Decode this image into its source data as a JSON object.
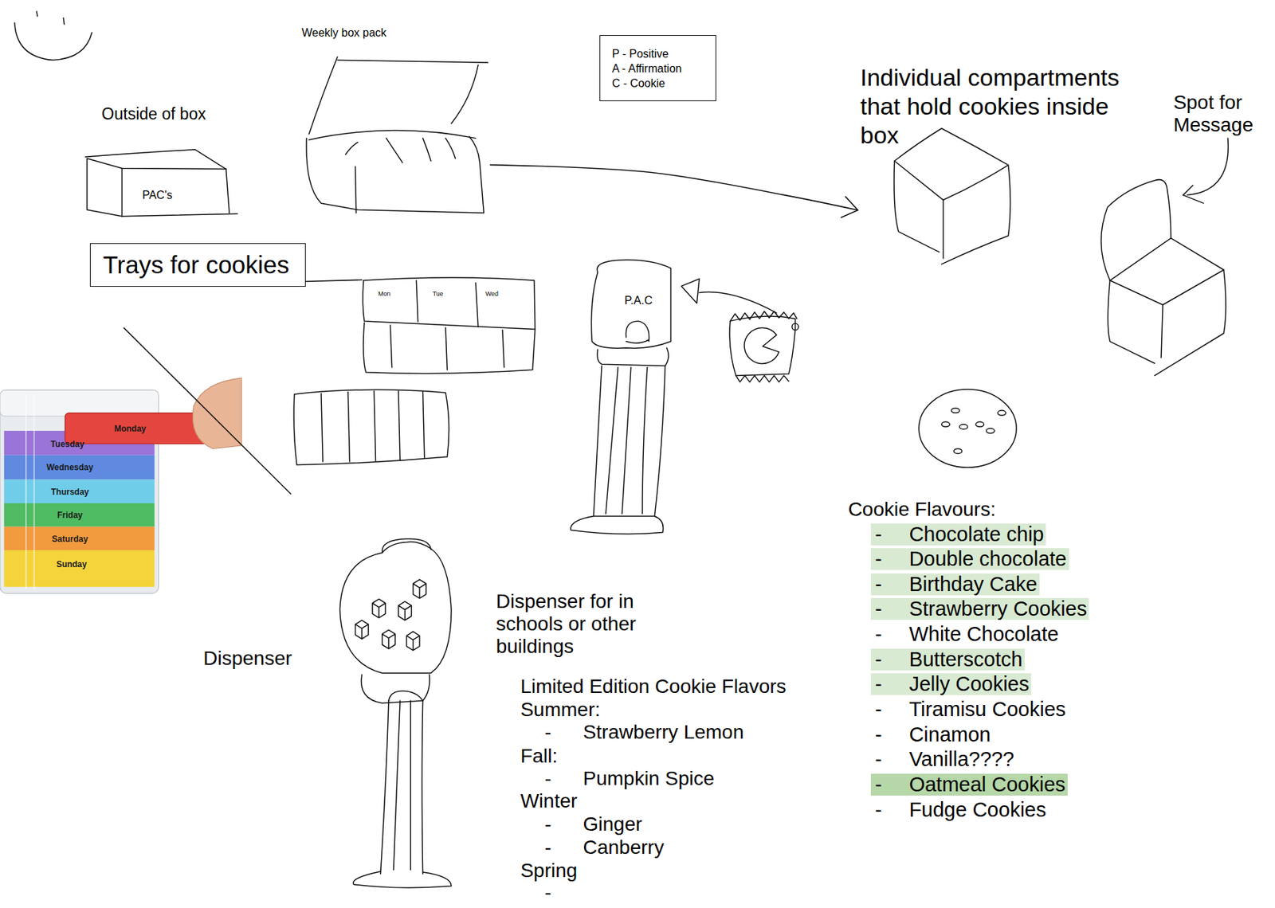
{
  "diagram": {
    "nodes": [
      {
        "text": [
          "Weekly box pack"
        ]
      },
      {
        "text": [
          "P - Positive",
          "A - Affirmation",
          "C - Cookie"
        ]
      },
      {
        "text": [
          "Individual compartments that hold cookies inside box"
        ]
      },
      {
        "text": [
          "Outside of box",
          "PAC's"
        ]
      },
      {
        "text": [
          "Trays for cookies"
        ]
      },
      {
        "text": [
          "Mon",
          "Tue",
          "Wed"
        ]
      },
      {
        "text": [
          "P.A.C"
        ]
      }
    ],
    "edges": [
      {
        "from": 0,
        "to": 2,
        "arrow": "to"
      },
      {
        "from": 4,
        "to": 5,
        "arrow": "none"
      }
    ],
    "labels": [
      "Spot for Message",
      "Monday",
      "Tuesday",
      "Wednesday",
      "Thursday",
      "Friday",
      "Saturday",
      "Sunday",
      "Dispenser",
      "Dispenser for in schools or other buildings",
      "Limited Edition Cookie Flavors",
      "Summer:",
      "-",
      "Strawberry Lemon",
      "Fall:",
      "-",
      "Pumpkin Spice",
      "Winter",
      "-",
      "Ginger",
      "-",
      "Canberry",
      "Spring",
      "-",
      "Cookie Flavours:",
      "-",
      "Chocolate chip",
      "-",
      "Double chocolate",
      "-",
      "Birthday Cake",
      "-",
      "Strawberry Cookies",
      "-",
      "White Chocolate",
      "-",
      "Butterscotch",
      "-",
      "Jelly Cookies",
      "-",
      "Tiramisu Cookies",
      "-",
      "Cinamon",
      "-",
      "Vanilla????",
      "-",
      "Oatmeal Cookies",
      "-",
      "Fudge Cookies"
    ]
  }
}
